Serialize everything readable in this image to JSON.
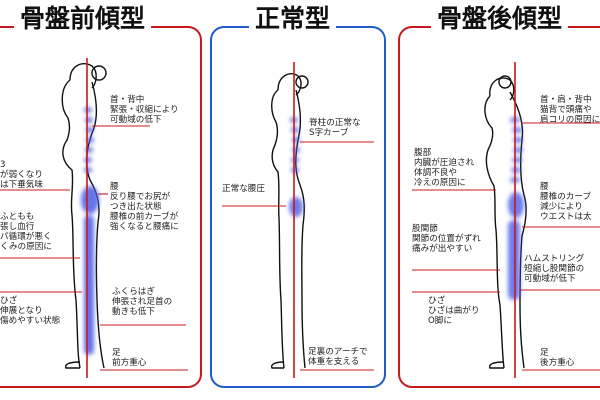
{
  "colors": {
    "red": "#c8191e",
    "blue": "#1f5cc4",
    "spine": "#4a5ce6"
  },
  "panels": [
    {
      "title": "骨盤前傾型",
      "labels": [
        "首・背中\n緊張・収縮により\n可動域の低下",
        "3\nが弱くなり\nは下垂気味",
        "腰\n反り腰でお尻が\nつき出た状態\n腰椎の前カーブが\n強くなると腰痛に",
        "ふともも\n張し血行\nパ循環が悪く\nくみの原因に",
        "ひざ\n伸展となり\n傷めやすい状態",
        "ふくらはぎ\n伸張され足首の\n動きも低下",
        "足\n前方重心"
      ]
    },
    {
      "title": "正常型",
      "labels": [
        "脊柱の正常な\nS字カーブ",
        "正常な腰圧",
        "足裏のアーチで\n体重を支える"
      ]
    },
    {
      "title": "骨盤後傾型",
      "labels": [
        "首・肩・背中\n猫背で頭痛や\n肩コリの原因に",
        "腹部\n内臓が圧迫され\n体調不良や\n冷えの原因に",
        "腰\n腰椎のカーブ\n減少により\nウエストは太",
        "股関節\n関節の位置がずれ\n痛みが出やすい",
        "ハムストリング\n短縮し股関節の\n可動域が低下",
        "ひざ\nひざは曲がり\nO脚に",
        "足\n後方重心"
      ]
    }
  ]
}
